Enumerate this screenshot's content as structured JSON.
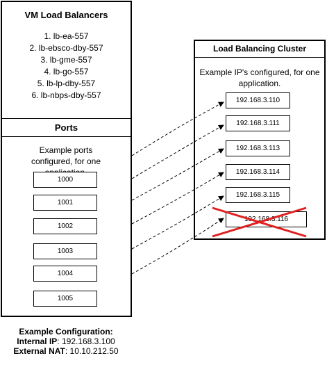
{
  "left_panel": {
    "title": "VM Load Balancers",
    "items": [
      "1. lb-ea-557",
      "2. lb-ebsco-dby-557",
      "3. lb-gme-557",
      "4. lb-go-557",
      "5. lb-lp-dby-557",
      "6. lb-nbps-dby-557"
    ],
    "ports_title": "Ports",
    "ports_desc": "Example ports configured, for one application.",
    "ports": [
      "1000",
      "1001",
      "1002",
      "1003",
      "1004",
      "1005"
    ]
  },
  "right_panel": {
    "title": "Load Balancing Cluster",
    "desc": "Example IP's configured, for one application.",
    "ips": [
      "192.168.3.110",
      "192.168.3.111",
      "192.168.3.113",
      "192.168.3.114",
      "192.168.3.115",
      "192.168.3.116"
    ],
    "crossed_out_index": 5,
    "cross_color": "#e02020"
  },
  "footer": {
    "heading": "Example Configuration:",
    "internal_label": "Internal IP",
    "internal_value": ": 192.168.3.100",
    "external_label": "External NAT",
    "external_value": ": 10.10.212.50"
  }
}
